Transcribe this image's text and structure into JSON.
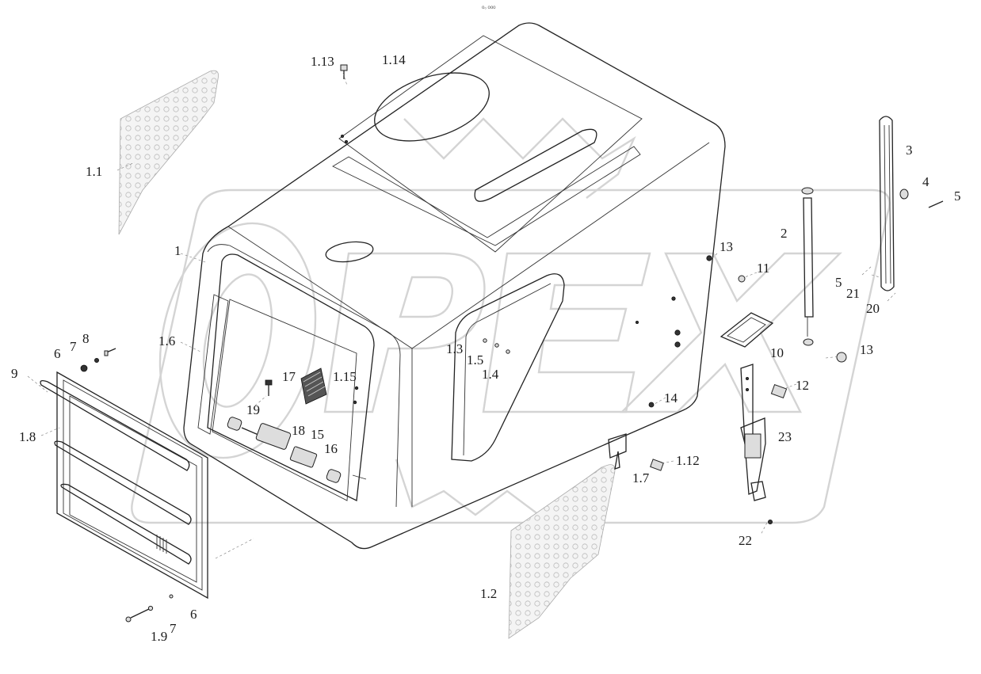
{
  "header_mark": "o₀ ooo",
  "watermark": {
    "text": "OPEX",
    "color": "#d4d4d4"
  },
  "labels": {
    "l1_13": "1.13",
    "l1_14": "1.14",
    "l1_1": "1.1",
    "l1": "1",
    "l1_6": "1.6",
    "l6a": "6",
    "l7a": "7",
    "l8": "8",
    "l9": "9",
    "l1_8": "1.8",
    "l17": "17",
    "l1_15": "1.15",
    "l19": "19",
    "l18": "18",
    "l15": "15",
    "l16": "16",
    "l1_3": "1.3",
    "l1_5": "1.5",
    "l1_4": "1.4",
    "l13a": "13",
    "l11": "11",
    "l2": "2",
    "l3": "3",
    "l4": "4",
    "l5a": "5",
    "l5b": "5",
    "l21": "21",
    "l20": "20",
    "l10": "10",
    "l13b": "13",
    "l12": "12",
    "l14": "14",
    "l23": "23",
    "l1_12": "1.12",
    "l1_7": "1.7",
    "l22": "22",
    "l1_2": "1.2",
    "l6b": "6",
    "l7b": "7",
    "l1_9": "1.9"
  }
}
